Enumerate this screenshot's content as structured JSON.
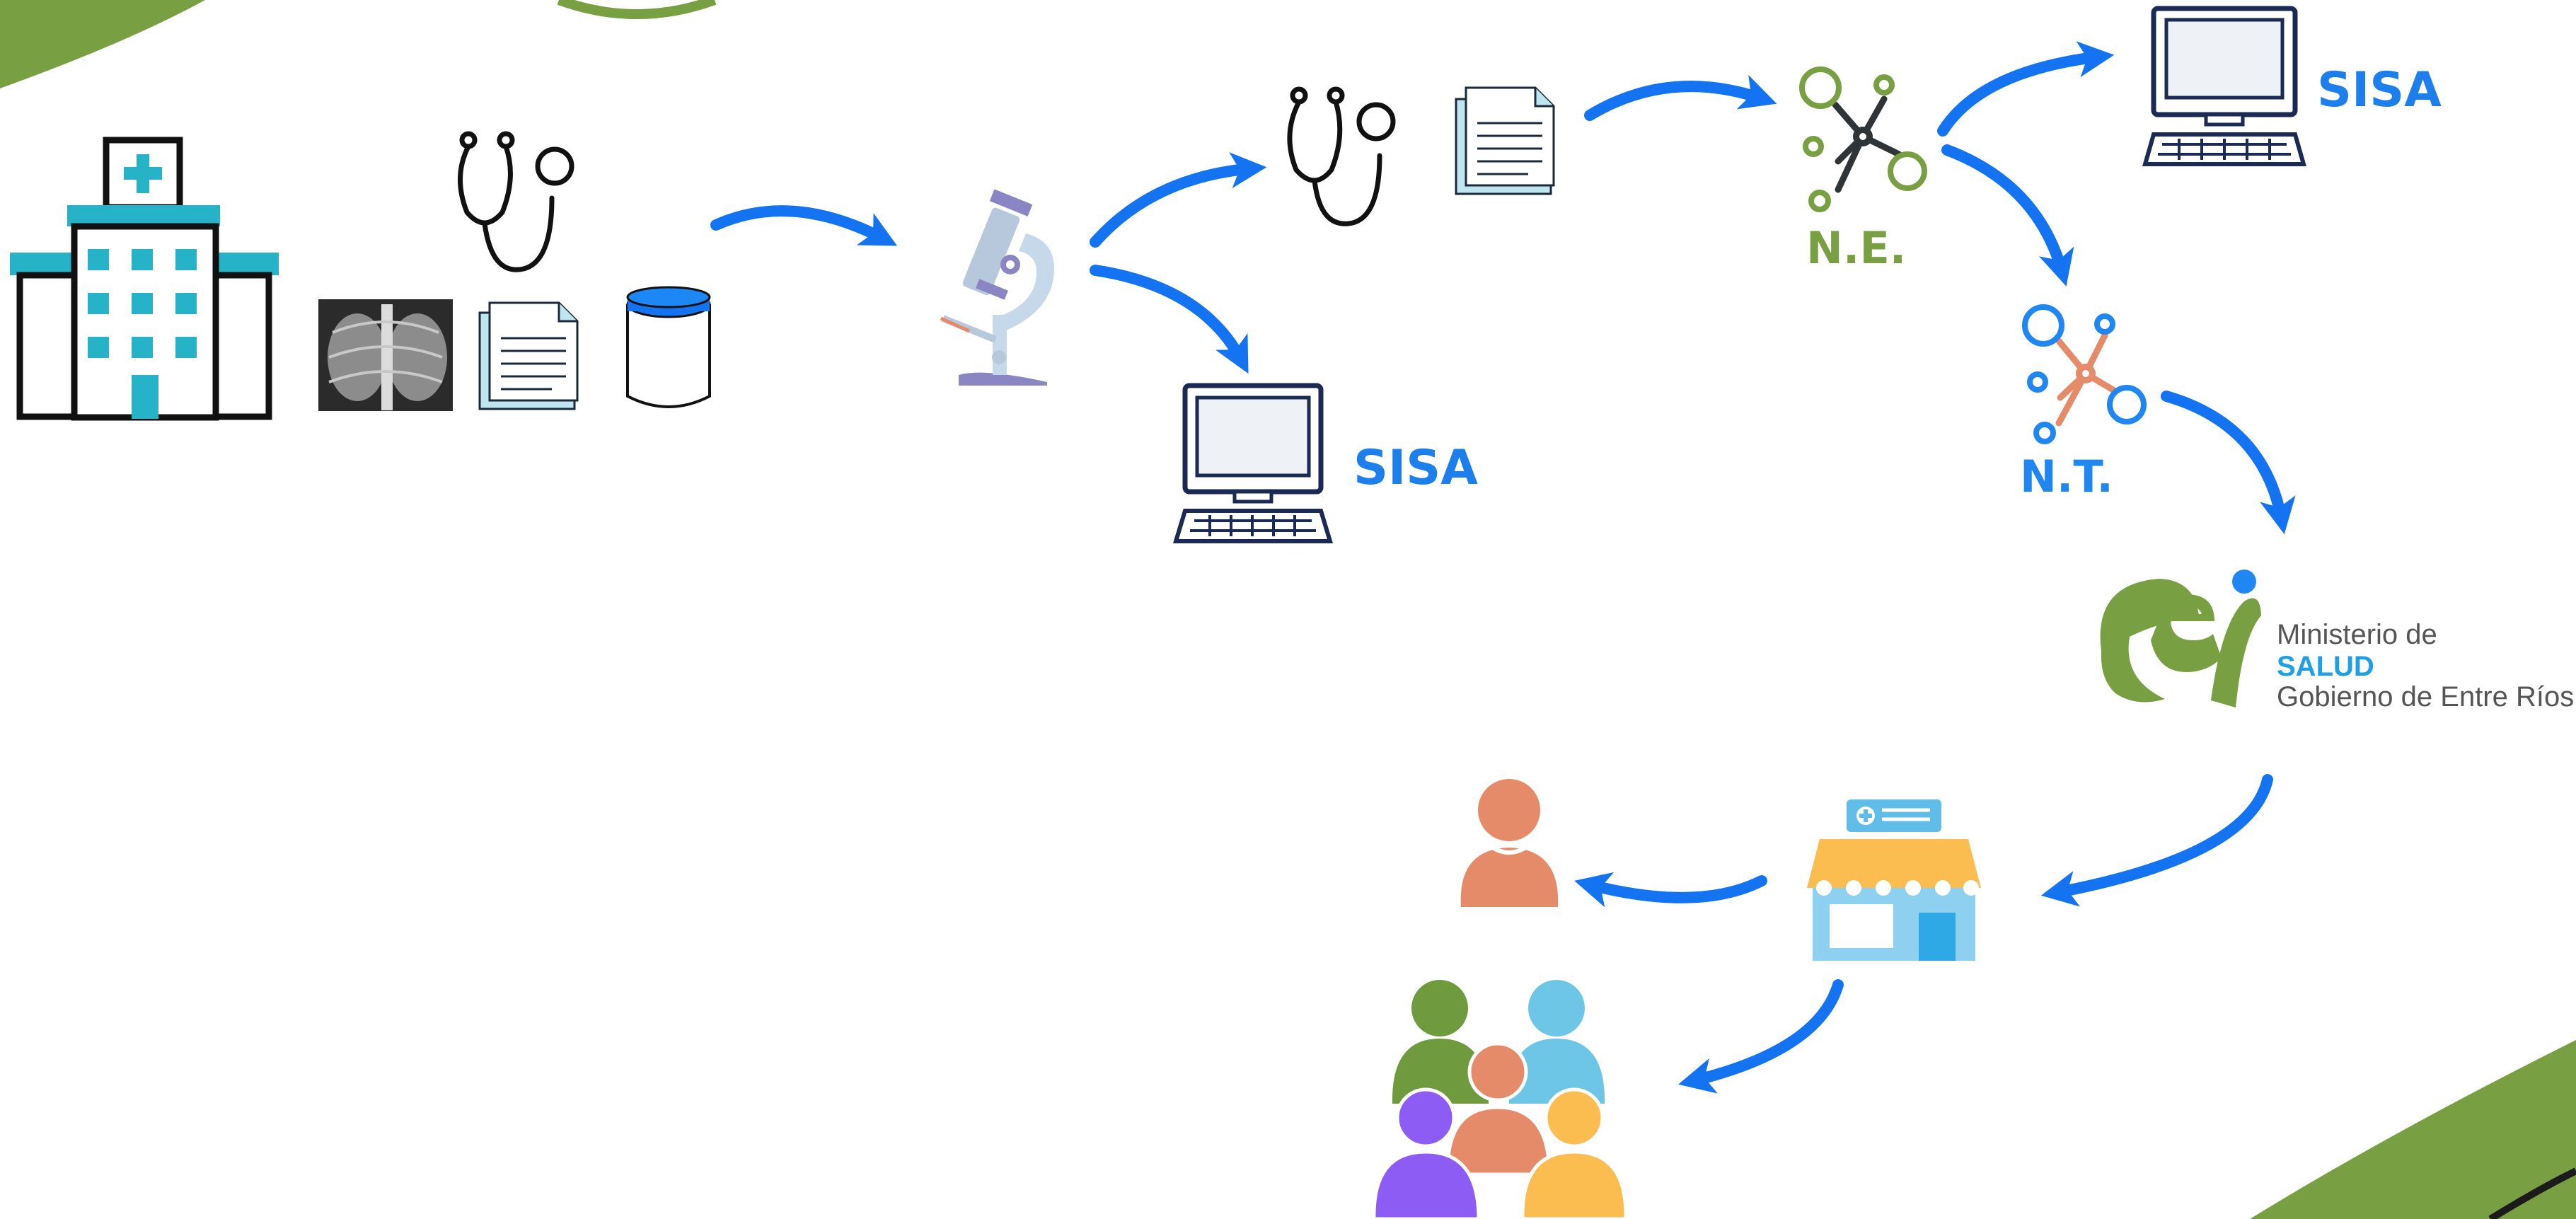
{
  "labels": {
    "sisa_middle": "SISA",
    "sisa_top": "SISA",
    "ne": "N.E.",
    "nt": "N.T."
  },
  "logo": {
    "line1": "Ministerio de",
    "line2": "SALUD",
    "line3": "Gobierno de Entre Ríos"
  },
  "colors": {
    "arrow": "#1473f0",
    "brand_green": "#78a042",
    "sisa_blue": "#1c7fec",
    "nt_blue": "#1f86f2",
    "orange": "#e58b69",
    "teal": "#26b3c8",
    "purple": "#8d5cf5",
    "yellow": "#fcbd50",
    "sky": "#6ec6e6",
    "green_person": "#6f9a3d"
  }
}
